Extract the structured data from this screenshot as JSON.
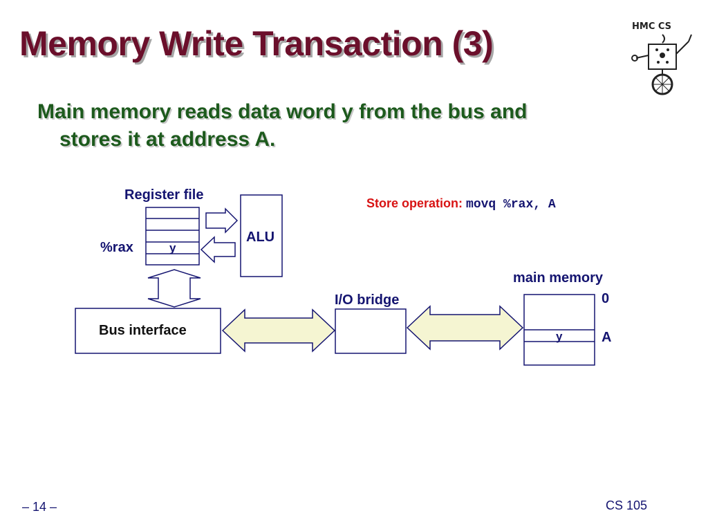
{
  "slide": {
    "title": "Memory Write Transaction (3)",
    "bullet_line1": "Main memory reads data word y from the bus and",
    "bullet_line2": "stores it at address A."
  },
  "logo": {
    "icon": "hmc-cs-logo-icon",
    "text": "HMC CS"
  },
  "diagram": {
    "register_file_label": "Register file",
    "rax_label": "%rax",
    "register_value": "y",
    "alu_label": "ALU",
    "store_label": "Store operation:",
    "store_code": "movq %rax, A",
    "bus_interface_label": "Bus interface",
    "io_bridge_label": "I/O bridge",
    "main_memory_label": "main memory",
    "address_zero": "0",
    "address_a": "A",
    "memory_value": "y"
  },
  "footer": {
    "page": "– 14 –",
    "course": "CS 105"
  },
  "colors": {
    "title": "#6b0f2b",
    "bullet": "#1d5a1d",
    "label": "#141470",
    "store_label": "#d81414",
    "arrow_fill": "#f5f5d2"
  }
}
